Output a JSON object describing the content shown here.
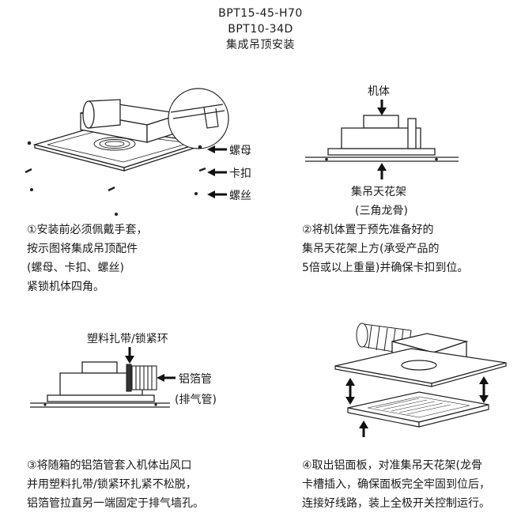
{
  "header": {
    "model_line_1": "BPT15-45-H70",
    "model_line_2": "BPT10-34D",
    "subtitle": "集成吊顶安装"
  },
  "step1": {
    "labels": {
      "nut": "螺母",
      "clip": "卡扣",
      "screw": "螺丝"
    },
    "lines": [
      "①安装前必须佩戴手套，",
      "按示图将集成吊顶配件",
      "(螺母、卡扣、螺丝)",
      "紧锁机体四角。"
    ]
  },
  "step2": {
    "labels": {
      "body": "机体",
      "frame": "集吊天花架",
      "frame_note": "(三角龙骨)"
    },
    "lines": [
      "②将机体置于预先准备好的",
      "集吊天花架上方(承受产品的",
      "5倍或以上重量)并确保卡扣到位。"
    ]
  },
  "step3": {
    "labels": {
      "tie": "塑料扎带/锁紧环",
      "foil": "铝箔管",
      "exhaust": "(排气管)"
    },
    "lines": [
      "③将随箱的铝箔管套入机体出风口",
      "并用塑料扎带/锁紧环扎紧不松脱，",
      "铝箔管拉直另一端固定于排气墙孔。"
    ]
  },
  "step4": {
    "lines": [
      "④取出铝面板，对准集吊天花架(龙骨",
      "卡槽插入，确保面板完全牢固到位后，",
      "连接好线路，装上全极开关控制运行。"
    ]
  }
}
